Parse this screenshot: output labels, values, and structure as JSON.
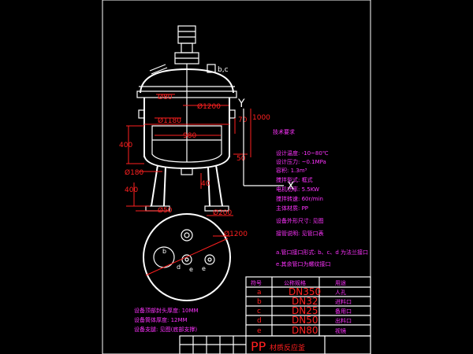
{
  "drawing": {
    "nozzle_label_top": "b,c",
    "front_view_dims": {
      "d80": "Ø80",
      "d1200_top": "Ø1200",
      "d1180": "Ø1180",
      "dim_1000": "1000",
      "dim_70": "70",
      "dim_980": "980",
      "dim_400_left": "400",
      "dim_50": "50",
      "d180": "Ø180",
      "dim_400_leg": "400",
      "dim_40": "40",
      "d50": "Ø50",
      "d200": "Ø200"
    },
    "top_view": {
      "d1200": "Ø1200",
      "labels": [
        "b",
        "d",
        "e",
        "e"
      ]
    },
    "axis_labels": {
      "y": "Y",
      "x": "X"
    }
  },
  "tech_specs": {
    "heading": "技术要求",
    "lines": [
      "设计温度: -10~80℃",
      "设计压力: ~0.1MPa",
      "容积: 1.3m³",
      "搅拌型式: 框式",
      "电机功率: 5.5KW",
      "搅拌转速: 60r/min",
      "主体材质: PP",
      "设备外形尺寸: 见图",
      "接管说明: 见管口表",
      "a.管口接口形式: b、c、d 为法兰接口",
      "e.其余管口为螺纹接口"
    ]
  },
  "notes": [
    "设备顶部封头厚度: 10MM",
    "设备筒体厚度: 12MM",
    "设备支腿: 见图(底部支撑)"
  ],
  "nozzle_table": {
    "headers": [
      "符号",
      "公称规格",
      "用途"
    ],
    "rows": [
      {
        "sym": "a",
        "size": "DN350",
        "use": "人孔"
      },
      {
        "sym": "b",
        "size": "DN32",
        "use": "进料口"
      },
      {
        "sym": "c",
        "size": "DN25",
        "use": "备用口"
      },
      {
        "sym": "d",
        "size": "DN50",
        "use": "出料口"
      },
      {
        "sym": "e",
        "size": "DN80",
        "use": "视镜"
      }
    ]
  },
  "title_block": {
    "material": "PP",
    "name": "材质反应釜"
  }
}
